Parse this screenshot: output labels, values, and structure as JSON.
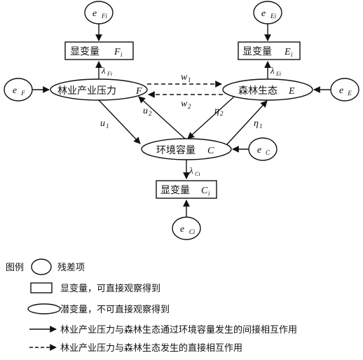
{
  "nodes": {
    "e_F": {
      "base": "e",
      "sub": "F"
    },
    "e_E": {
      "base": "e",
      "sub": "E"
    },
    "e_C": {
      "base": "e",
      "sub": "C"
    },
    "e_Fi": {
      "base": "e",
      "sub": "Fi"
    },
    "e_Ei": {
      "base": "e",
      "sub": "Ei"
    },
    "e_Ci": {
      "base": "e",
      "sub": "Ci"
    },
    "obs_F": {
      "label": "显变量",
      "var": "F",
      "sub": "i"
    },
    "obs_E": {
      "label": "显变量",
      "var": "E",
      "sub": "i"
    },
    "obs_C": {
      "label": "显变量",
      "var": "C",
      "sub": "i"
    },
    "latent_F": {
      "label": "林业产业压力",
      "var": "F"
    },
    "latent_E": {
      "label": "森林生态",
      "var": "E"
    },
    "latent_C": {
      "label": "环境容量",
      "var": "C"
    }
  },
  "paths": {
    "lambda_F": {
      "base": "λ",
      "sub": "Fi"
    },
    "lambda_E": {
      "base": "λ",
      "sub": "Ei"
    },
    "lambda_C": {
      "base": "λ",
      "sub": "Ci"
    },
    "w1": {
      "base": "w",
      "sub": "1"
    },
    "w2": {
      "base": "w",
      "sub": "2"
    },
    "u1": {
      "base": "u",
      "sub": "1"
    },
    "u2": {
      "base": "u",
      "sub": "2"
    },
    "eta1": {
      "base": "η",
      "sub": "1"
    },
    "eta2": {
      "base": "η",
      "sub": "2"
    }
  },
  "legend": {
    "title": "图例",
    "residual": "残差项",
    "observed": "显变量，可直接观察得到",
    "latent": "潜变量，不可直接观察得到",
    "indirect": "林业产业压力与森林生态通过环境容量发生的间接相互作用",
    "direct": "林业产业压力与森林生态发生的直接相互作用"
  }
}
